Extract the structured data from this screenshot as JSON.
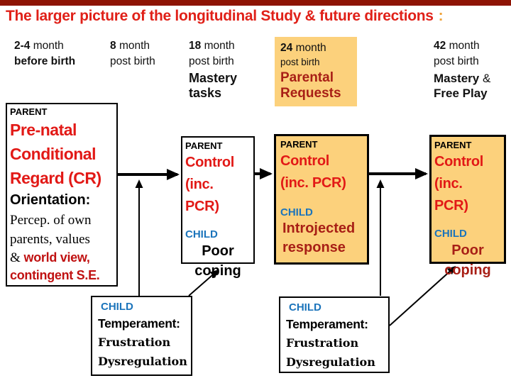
{
  "colors": {
    "top_bar": "#8e1404",
    "title_red": "#e02018",
    "colon_orange": "#efa339",
    "bright_red": "#e21916",
    "dark_red": "#a81f16",
    "crimson_red": "#c01212",
    "child_blue": "#1b74bb",
    "box_orange": "#fcd17c"
  },
  "title": {
    "text": "The larger picture of the longitudinal Study & future directions",
    "colon": ":"
  },
  "timeline": {
    "t1": {
      "num": "2-4",
      "unit": "month",
      "line2": "before birth"
    },
    "t2": {
      "num": "8",
      "unit": "month",
      "line2": "post birth"
    },
    "t3": {
      "num": "18",
      "unit": "month",
      "line2": "post birth",
      "task": "Mastery tasks"
    },
    "t4": {
      "num": "24",
      "unit": "month",
      "line2": "post birth",
      "task_line1": "Parental",
      "task_line2": "Requests"
    },
    "t5": {
      "num": "42",
      "unit": "month",
      "line2": "post birth",
      "task_bold1": "Mastery",
      "task_amp": "&",
      "task_bold2": "Free Play"
    }
  },
  "prenatal_box": {
    "role": "PARENT",
    "cr_line1": "Pre-natal",
    "cr_line2": "Conditional",
    "cr_line3": "Regard (CR)",
    "orientation": "Orientation:",
    "serif_line1": "Percep. of own",
    "serif_line2": "parents, values",
    "amp": "&",
    "red_inline": "world view,",
    "red_line": "contingent S.E."
  },
  "control_box_18": {
    "role": "PARENT",
    "control_line1": "Control",
    "control_line2": "(inc.",
    "control_line3": "PCR)",
    "child": "CHILD",
    "outcome_line1": "Poor",
    "outcome_line2": "coping"
  },
  "control_box_24": {
    "role": "PARENT",
    "control_line1": "Control",
    "control_line2": "(inc. PCR)",
    "child": "CHILD",
    "outcome_line1": "Introjected",
    "outcome_line2": "response"
  },
  "control_box_42": {
    "role": "PARENT",
    "control_line1": "Control",
    "control_line2": "(inc.",
    "control_line3": "PCR)",
    "child": "CHILD",
    "outcome_line1": "Poor",
    "outcome_line2": "coping"
  },
  "temperament_box_1": {
    "child": "CHILD",
    "title": "Temperament:",
    "line1": "Frustration",
    "line2": "Dysregulation"
  },
  "temperament_box_2": {
    "child": "CHILD",
    "title": "Temperament:",
    "line1": "Frustration",
    "line2": "Dysregulation"
  }
}
